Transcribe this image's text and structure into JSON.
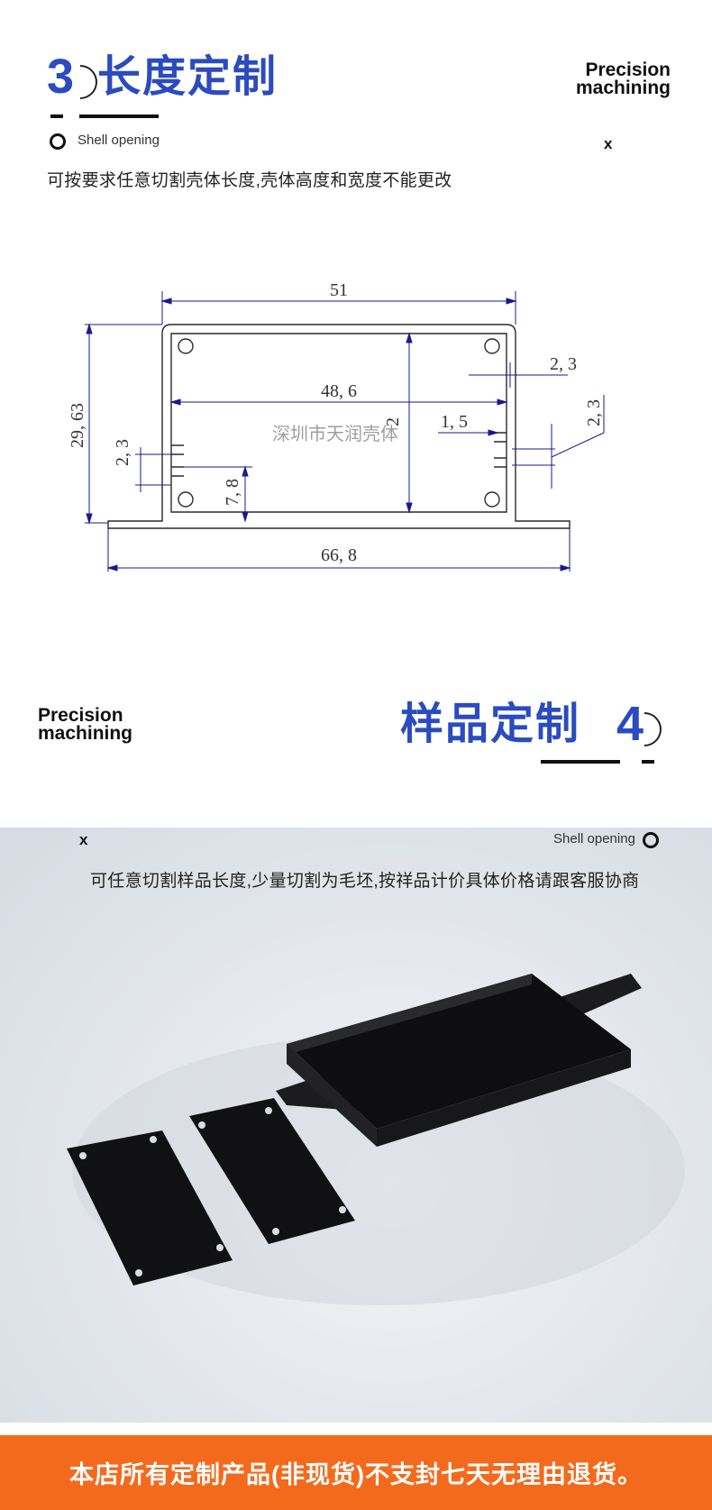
{
  "section3": {
    "number": "3",
    "title": "长度定制",
    "precision_line1": "Precision",
    "precision_line2": "machining",
    "shell_opening": "Shell opening",
    "x_mark": "x",
    "description": "可按要求任意切割壳体长度,壳体高度和宽度不能更改"
  },
  "drawing": {
    "dims": {
      "top_width": "51",
      "inner_width": "48, 6",
      "wall_right": "2, 3",
      "slot_right": "2, 3",
      "gap": "1, 5",
      "inner_height": "2",
      "total_height": "29, 63",
      "slot_left": "2, 3",
      "rib": "7, 8",
      "base_width": "66, 8"
    },
    "watermark": "深圳市天润壳体"
  },
  "section4": {
    "number": "4",
    "title": "样品定制",
    "precision_line1": "Precision",
    "precision_line2": "machining",
    "shell_opening": "Shell opening",
    "x_mark": "x",
    "description": "可任意切割样品长度,少量切割为毛坯,按祥品计价具体价格请跟客服协商"
  },
  "footer": {
    "notice": "本店所有定制产品(非现货)不支封七天无理由退货。"
  },
  "colors": {
    "accent_blue": "#2b4bbf",
    "footer_orange": "#f46a1c",
    "drawing_line": "#1a1a8c"
  }
}
